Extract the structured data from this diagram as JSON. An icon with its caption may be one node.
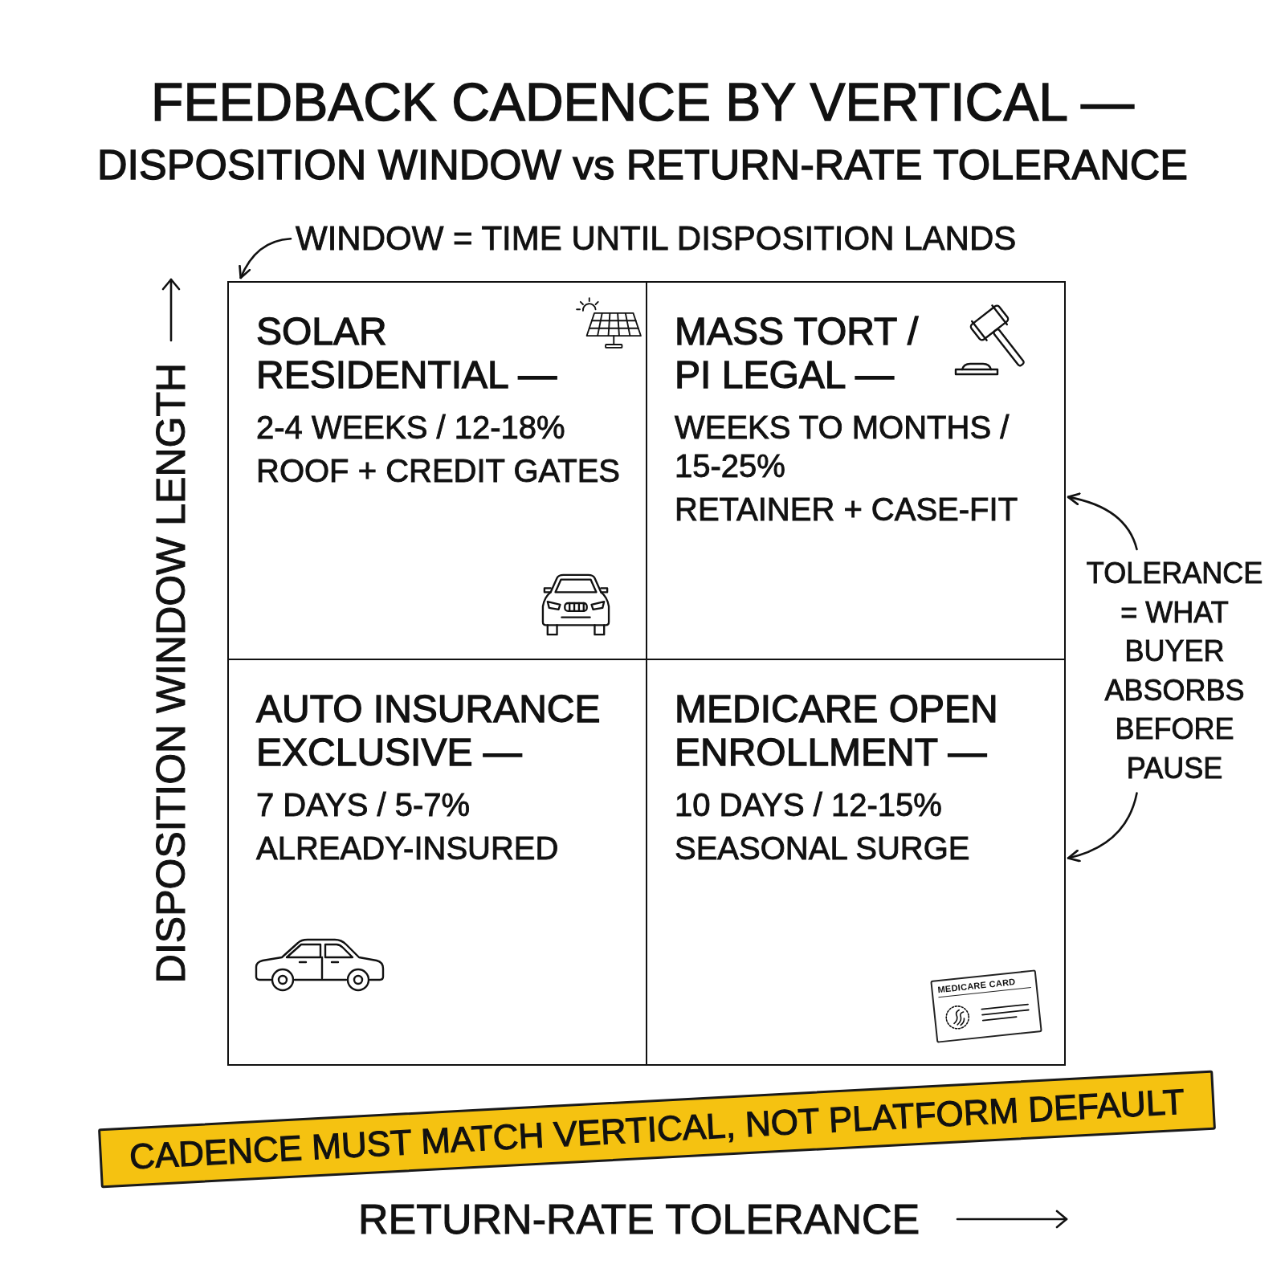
{
  "diagram": {
    "title": "FEEDBACK CADENCE BY VERTICAL — DISPOSITION WINDOW vs RETURN-RATE TOLERANCE",
    "nodes": [
      {
        "text": [
          "WINDOW = TIME UNTIL DISPOSITION LANDS"
        ]
      },
      {
        "text": [],
        "shape": "box"
      },
      {
        "text": [
          "SOLAR RESIDENTIAL —",
          "2-4 WEEKS / 12-18%",
          "ROOF + CREDIT GATES"
        ],
        "in": 1
      },
      {
        "text": [
          "MASS TORT / PI LEGAL —",
          "WEEKS TO MONTHS / 15-25%",
          "RETAINER + CASE-FIT"
        ],
        "in": 1
      },
      {
        "text": [
          "AUTO INSURANCE EXCLUSIVE —",
          "7 DAYS / 5-7%",
          "ALREADY-INSURED"
        ],
        "in": 1
      },
      {
        "text": [
          "MEDICARE OPEN ENROLLMENT —",
          "10 DAYS / 12-15%",
          "SEASONAL SURGE"
        ],
        "in": 1
      },
      {
        "text": [
          "MEDICARE CARD"
        ],
        "in": 5
      },
      {
        "text": [
          "TOLERANCE = WHAT BUYER ABSORBS BEFORE PAUSE"
        ]
      },
      {
        "text": [
          "CADENCE MUST MATCH VERTICAL, NOT PLATFORM DEFAULT"
        ]
      }
    ],
    "edges": [
      {
        "from": 0,
        "to": 1,
        "arrow": "to"
      },
      {
        "from": 7,
        "to": 3,
        "arrow": "to"
      },
      {
        "from": 7,
        "to": 5,
        "arrow": "to"
      }
    ],
    "labels": [
      "DISPOSITION WINDOW LENGTH",
      "RETURN-RATE TOLERANCE"
    ]
  }
}
